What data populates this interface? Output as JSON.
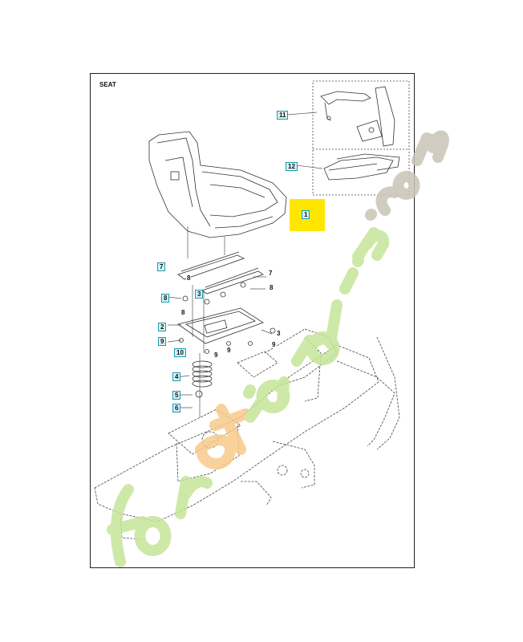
{
  "diagram": {
    "title": "SEAT",
    "callouts": {
      "c1": "1",
      "c2": "2",
      "c3a": "3",
      "c3b": "3",
      "c4": "4",
      "c5": "5",
      "c6": "6",
      "c7a": "7",
      "c7b": "7",
      "c8a": "8",
      "c8b": "8",
      "c8c": "8",
      "c8d": "8",
      "c9a": "9",
      "c9b": "9",
      "c9c": "9",
      "c9d": "9",
      "c10": "10",
      "c11": "11",
      "c12": "12"
    },
    "colors": {
      "callout_box_border": "#1a9bb0",
      "callout_box_fill": "#d9f3f7",
      "highlight": "#ffe600",
      "watermark_green": "#c6e59a",
      "watermark_orange": "#f7c98a",
      "watermark_gray": "#c9c4b6"
    }
  }
}
